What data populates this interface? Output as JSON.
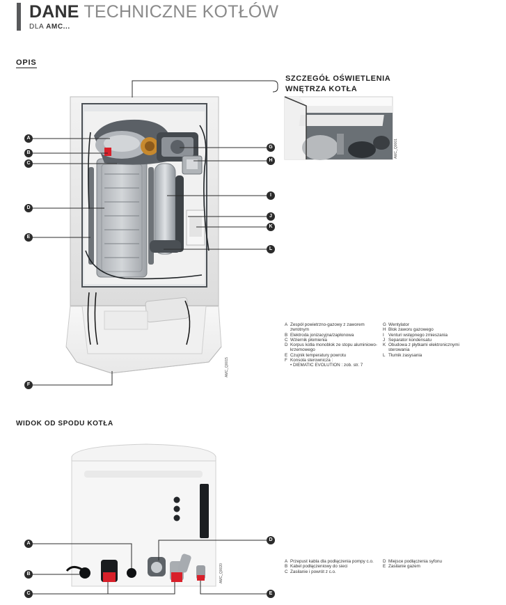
{
  "header": {
    "title_bold": "DANE",
    "title_light": "TECHNICZNE KOTŁÓW",
    "sub_prefix": "DLA",
    "sub_bold": "AMC..."
  },
  "sections": {
    "opis": "OPIS",
    "detail_title_line1": "SZCZEGÓŁ OŚWIETLENIA",
    "detail_title_line2": "WNĘTRZA KOTŁA",
    "bottom_view": "WIDOK OD SPODU KOTŁA"
  },
  "refs": {
    "detail": "AMC_Q0001",
    "main": "AMC_Q0015",
    "bottom": "AMC_Q0020"
  },
  "callouts_top": [
    "A",
    "B",
    "C",
    "D",
    "E",
    "F",
    "G",
    "H",
    "I",
    "J",
    "K",
    "L"
  ],
  "callouts_bottom": [
    "A",
    "B",
    "C",
    "D",
    "E"
  ],
  "legend_top_left": [
    {
      "key": "A",
      "text": "Zespół powietrzno-gazowy z zaworem zwrotnym"
    },
    {
      "key": "B",
      "text": "Elektroda jonizacyjna/zapłonowa"
    },
    {
      "key": "C",
      "text": "Wziernik płomienia"
    },
    {
      "key": "D",
      "text": "Korpus kotła monoblok ze stopu aluminiowo-krzemowego"
    },
    {
      "key": "E",
      "text": "Czujnik temperatury powrotu"
    },
    {
      "key": "F",
      "text": "Konsola sterownicza :"
    },
    {
      "key": "",
      "text": "• DIEMATIC EVOLUTION : zob. str. 7"
    }
  ],
  "legend_top_right": [
    {
      "key": "G",
      "text": "Wentylator"
    },
    {
      "key": "H",
      "text": "Blok zaworu gazowego"
    },
    {
      "key": "I",
      "text": "Venturi wstępnego zmieszania"
    },
    {
      "key": "J",
      "text": "Separator kondensatu"
    },
    {
      "key": "K",
      "text": "Obudowa z płytkami elektronicznymi sterowania"
    },
    {
      "key": "L",
      "text": "Tłumik zasysania"
    }
  ],
  "legend_bottom_left": [
    {
      "key": "A",
      "text": "Przepust kabla dla podłączenia pompy c.o."
    },
    {
      "key": "B",
      "text": "Kabel podłączeniowy do sieci"
    },
    {
      "key": "C",
      "text": "Zasilanie i powrót z c.o."
    }
  ],
  "legend_bottom_right": [
    {
      "key": "D",
      "text": "Miejsce podłączenia syfonu"
    },
    {
      "key": "E",
      "text": "Zasilanie gazem"
    }
  ],
  "colors": {
    "header_bar": "#58595b",
    "callout": "#2b2b2b",
    "connector_red": "#d8202a"
  }
}
